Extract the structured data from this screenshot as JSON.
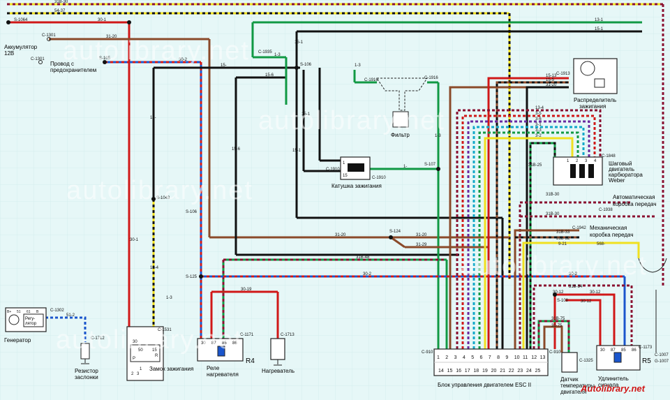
{
  "labels": {
    "battery": "Аккумулятор",
    "battery_voltage": "12В",
    "fuse_wire_1": "Провод с",
    "fuse_wire_2": "предохранителем",
    "generator": "Генератор",
    "regulator_1": "Регу-",
    "regulator_2": "лятор",
    "damper_resistor_1": "Резистор",
    "damper_resistor_2": "заслонки",
    "ignition_lock": "Замок зажигания",
    "heater_relay_1": "Реле",
    "heater_relay_2": "нагревателя",
    "heater": "Нагреватель",
    "ecu": "Блок управления двигателем ESC II",
    "temp_sensor_1": "Датчик",
    "temp_sensor_2": "температуры",
    "temp_sensor_3": "двигателя",
    "idle_valve_1": "Удлинитель",
    "idle_valve_2": "сигнала",
    "filter": "Фильтр",
    "ignition_coil": "Катушка зажигания",
    "distributor_1": "Распределитель",
    "distributor_2": "зажигания",
    "stepper_1": "Шаговый",
    "stepper_2": "двигатель",
    "stepper_3": "карбюратора",
    "stepper_4": "Weber",
    "auto_gearbox_1": "Автоматическая",
    "auto_gearbox_2": "коробка передач",
    "manual_gearbox_1": "Механическая",
    "manual_gearbox_2": "коробка передач",
    "r4": "R4",
    "r5": "R5",
    "website": "Autolibrary.net",
    "watermark": "autolibrary.net"
  },
  "connectors": {
    "c1064": "S-1064",
    "c1301a": "C-1301",
    "c1301b": "C-1301",
    "s105": "S-105",
    "c1302": "C-1302",
    "c1712": "C-1712",
    "c1531": "C-1531",
    "s1043": "S-1043",
    "c1935": "C-1935",
    "s106a": "S-106",
    "s106b": "S-106",
    "s125": "S-125",
    "c1171": "C-1171",
    "c1713": "C-1713",
    "c1916a": "C-1916",
    "c1916b": "C-1916",
    "c1910a": "C-1910",
    "c1910b": "C-1910",
    "s107": "S-107",
    "c1913": "C-1913",
    "c1848": "C-1848",
    "c1938": "C-1938",
    "c1942": "C-1942",
    "s124": "S-124",
    "s108": "S-108",
    "c1325": "C-1325",
    "c1173": "C-1173",
    "c1007": "C-1007",
    "g1007": "G-1007",
    "c910a": "C-910",
    "c910b": "C-910"
  },
  "wires": {
    "w31b30": "31B-30",
    "w5437": "54-37",
    "w301a": "30-1",
    "w3120a": "31-20",
    "w302a": "30-2",
    "w15a": "15-",
    "w156a": "15-6",
    "w151a": "15-1",
    "w156b": "15-6",
    "w151b": "15-1",
    "w151c": "15-1",
    "w154": "15-4",
    "w13a": "1-3",
    "w13b": "1-3",
    "w13c": "1-3",
    "w13d": "1-3",
    "w301b": "30-1",
    "w15b": "15-",
    "w3120b": "31-20",
    "w3120c": "31-20",
    "w3129": "31-29",
    "w31b48": "31B-48",
    "w302b": "30-2",
    "w302c": "30-2",
    "w3019": "30-19",
    "w512": "51-2",
    "w1513": "15-13",
    "w155": "15-5",
    "w3120d": "31-20",
    "w34": "13-4",
    "w35": "3-5",
    "w36": "3-6",
    "w31": "3-1",
    "w33": "3-3",
    "w32": "3-2",
    "w31b25": "31B-25",
    "w31b30b": "31B-30",
    "w31b30c": "31B-30",
    "w31b33": "31B-33",
    "w31b32": "31B-32",
    "w921": "9-21",
    "w568": "568-",
    "w31b34": "31B-34",
    "w3012a": "30-12",
    "w3012b": "30-12",
    "w3012c": "30-12",
    "w31b75": "31B-75",
    "w3175": "31-75",
    "w131": "13-1",
    "w151d": "15-1",
    "w1s": "1-"
  },
  "ecu_pins": {
    "top": [
      "1",
      "2",
      "3",
      "4",
      "5",
      "6",
      "7",
      "8",
      "9",
      "10",
      "11",
      "12",
      "13"
    ],
    "bottom": [
      "14",
      "15",
      "16",
      "17",
      "18",
      "19",
      "20",
      "21",
      "22",
      "23",
      "24",
      "25"
    ]
  },
  "relay_pins": [
    "30",
    "87",
    "85",
    "86"
  ],
  "lock_pins": [
    "30",
    "50",
    "15",
    "R",
    "P",
    "1",
    "2",
    "3"
  ],
  "coil_pins": [
    "1",
    "15"
  ],
  "generator_pins": [
    "B+",
    "51",
    "61",
    "B"
  ],
  "stepper_pins": [
    "1",
    "2",
    "3",
    "4"
  ],
  "colors": {
    "bg": "#e6f7f7",
    "red": "#d01818",
    "brown": "#8a4a2a",
    "black": "#111111",
    "green": "#119944",
    "yellow": "#f0e020",
    "blue": "#1a55cc",
    "maroon": "#8a1030",
    "purple": "#6a2aa0",
    "cyan": "#10a8c8",
    "teal": "#1a8a8a",
    "grey": "#666666"
  }
}
